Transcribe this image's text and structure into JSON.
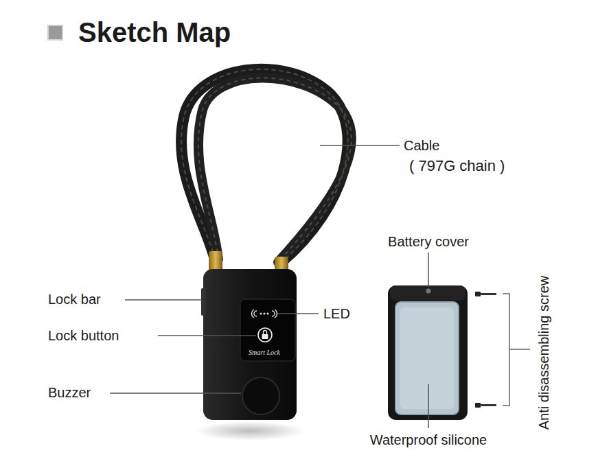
{
  "diagram": {
    "title": "Sketch Map",
    "labels": [
      "Cable",
      "( 797G chain )",
      "Lock bar",
      "LED",
      "Lock button",
      "Buzzer",
      "Battery cover",
      "Anti disassembling screw",
      "Waterproof silicone",
      "Smart Lock"
    ]
  }
}
